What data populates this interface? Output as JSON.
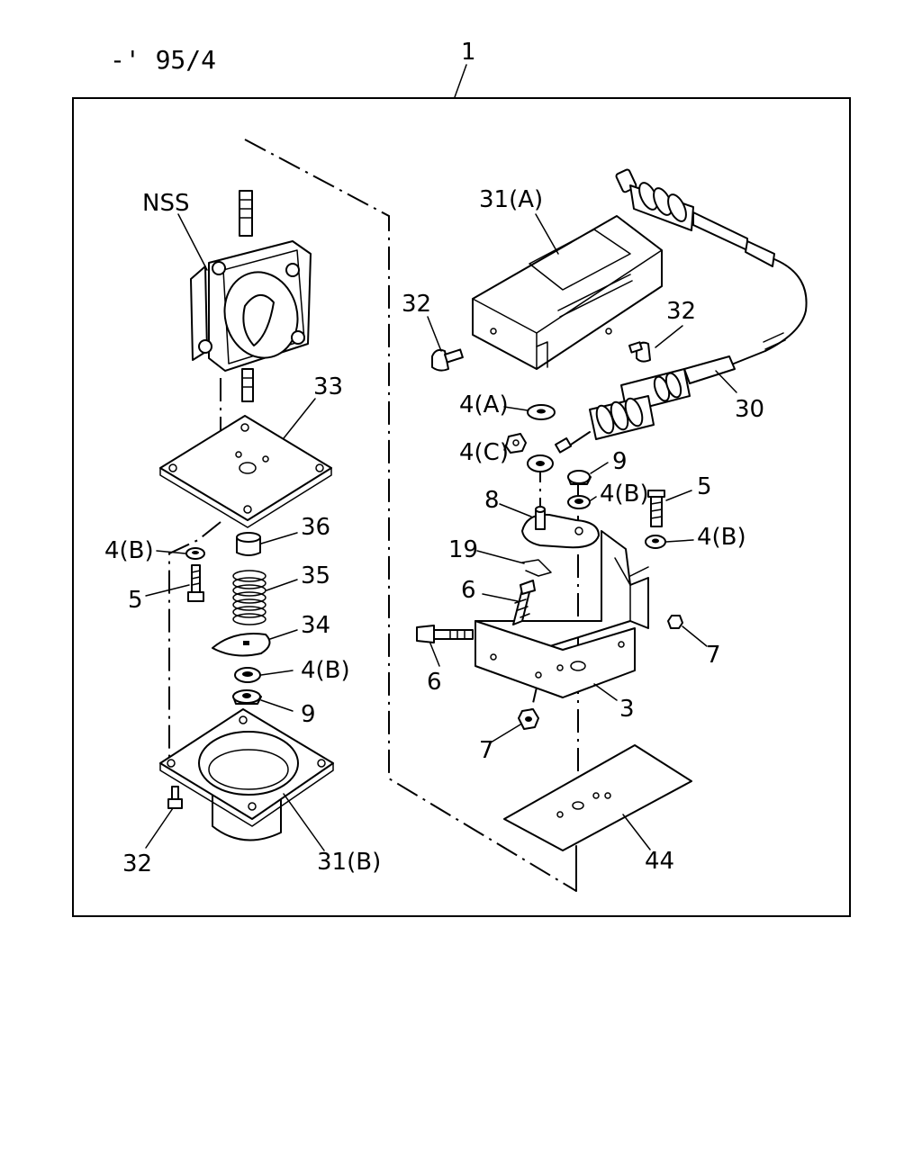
{
  "header": {
    "model_code": "-' 95/4"
  },
  "assembly_number": "1",
  "callouts": {
    "nss": "NSS",
    "p33": "33",
    "p4b_left": "4(B)",
    "p5_left": "5",
    "p36": "36",
    "p35": "35",
    "p34": "34",
    "p4b_lower": "4(B)",
    "p9_left": "9",
    "p32_left": "32",
    "p31b": "31(B)",
    "p31a": "31(A)",
    "p32_top_left": "32",
    "p32_top_right": "32",
    "p30": "30",
    "p4a": "4(A)",
    "p4c": "4(C)",
    "p9_right": "9",
    "p8": "8",
    "p4b_right_top": "4(B)",
    "p5_right": "5",
    "p4b_right": "4(B)",
    "p19": "19",
    "p6_top": "6",
    "p6_bottom": "6",
    "p7_right": "7",
    "p3": "3",
    "p7_bottom": "7",
    "p44": "44"
  }
}
